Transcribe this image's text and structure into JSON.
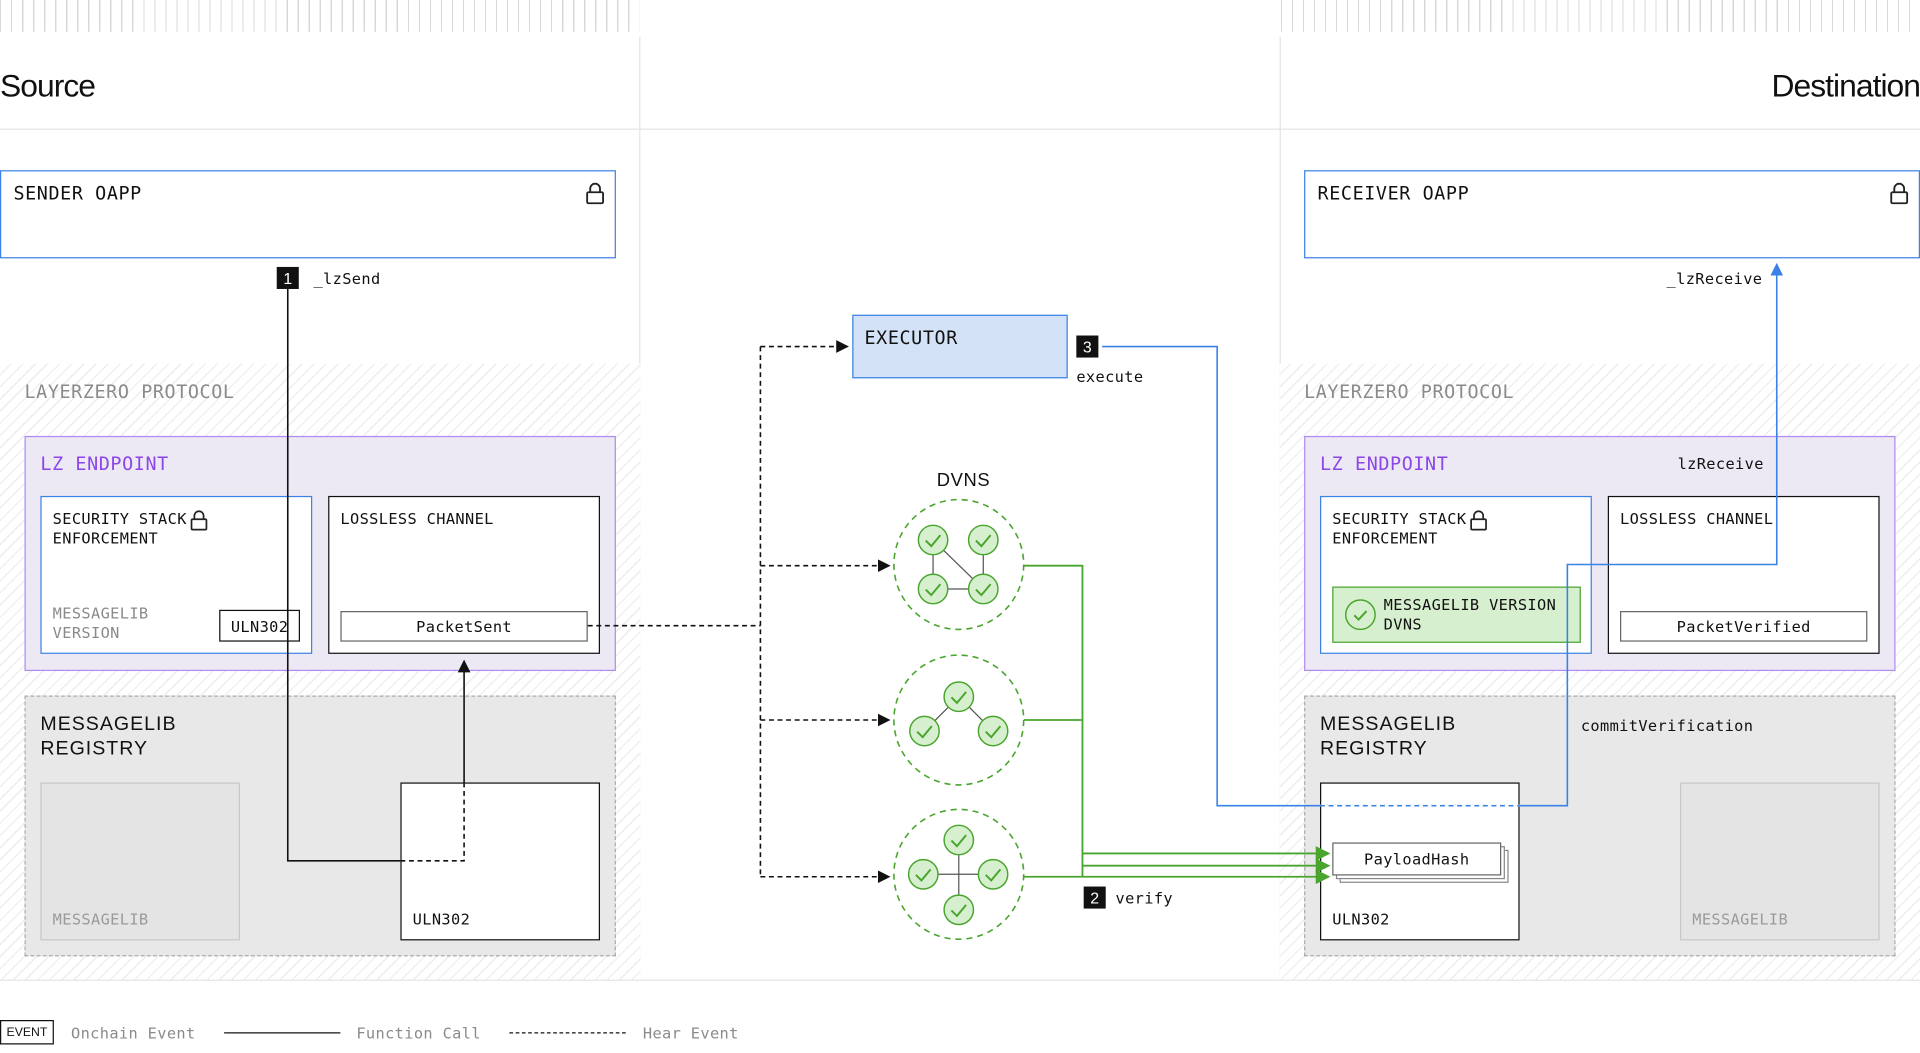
{
  "header": {
    "source_title": "Source",
    "destination_title": "Destination"
  },
  "source": {
    "oapp_label": "SENDER OAPP",
    "step1_number": "1",
    "step1_label": "_lzSend",
    "protocol_label": "LAYERZERO PROTOCOL",
    "endpoint_label": "LZ ENDPOINT",
    "security_stack_label": "SECURITY STACK\nENFORCEMENT",
    "messagelib_version_label": "MESSAGELIB\nVERSION",
    "uln_chip": "ULN302",
    "lossless_label": "LOSSLESS CHANNEL",
    "packet_sent": "PacketSent",
    "registry_label": "MESSAGELIB\nREGISTRY",
    "messagelib_label": "MESSAGELIB",
    "uln_box_label": "ULN302"
  },
  "middle": {
    "executor_label": "EXECUTOR",
    "step3_number": "3",
    "step3_label": "execute",
    "dvns_label": "DVNS",
    "step2_number": "2",
    "step2_label": "verify"
  },
  "destination": {
    "oapp_label": "RECEIVER OAPP",
    "lzreceive_call": "_lzReceive",
    "protocol_label": "LAYERZERO PROTOCOL",
    "endpoint_label": "LZ ENDPOINT",
    "lzreceive_label": "lzReceive",
    "security_stack_label": "SECURITY STACK\nENFORCEMENT",
    "messagelib_dvns": "MESSAGELIB VERSION\nDVNS",
    "lossless_label": "LOSSLESS CHANNEL",
    "packet_verified": "PacketVerified",
    "registry_label": "MESSAGELIB\nREGISTRY",
    "commit_label": "commitVerification",
    "payload_hash": "PayloadHash",
    "uln_box_label": "ULN302",
    "messagelib_label": "MESSAGELIB"
  },
  "legend": {
    "event_badge": "EVENT",
    "onchain_event": "Onchain Event",
    "function_call": "Function Call",
    "hear_event": "Hear Event"
  },
  "icons": [
    "lock-icon",
    "check-icon"
  ],
  "colors": {
    "purple": "#8b45e8",
    "purple_bg": "#ece8f4",
    "blue": "#3b82e6",
    "executor_bg": "#d3e2f6",
    "green": "#4aa52e",
    "green_bg": "#d6f0cf",
    "gray_bg": "#e8e8e8"
  }
}
